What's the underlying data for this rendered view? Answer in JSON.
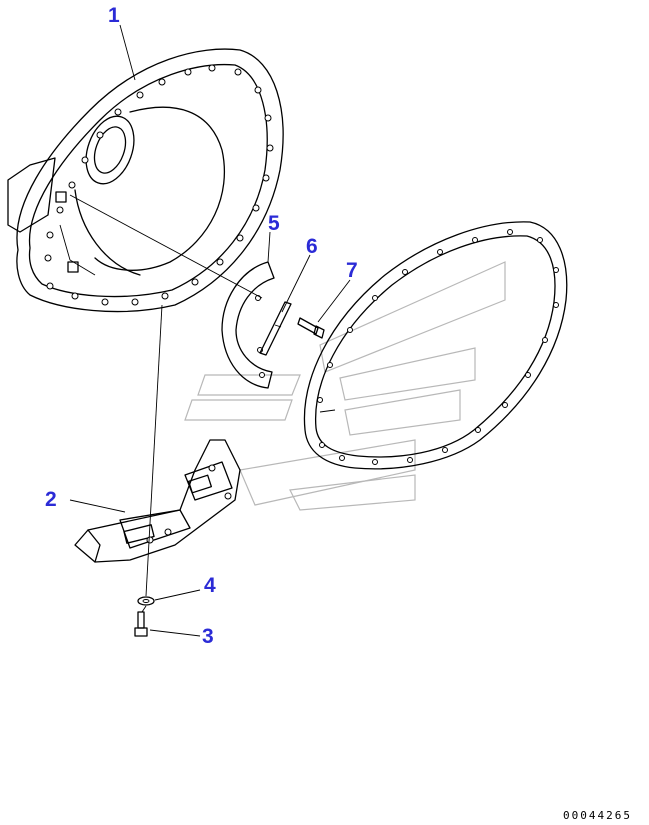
{
  "diagram": {
    "callouts": [
      {
        "label": "1"
      },
      {
        "label": "2"
      },
      {
        "label": "3"
      },
      {
        "label": "4"
      },
      {
        "label": "5"
      },
      {
        "label": "6"
      },
      {
        "label": "7"
      }
    ],
    "document_number": "00044265"
  }
}
